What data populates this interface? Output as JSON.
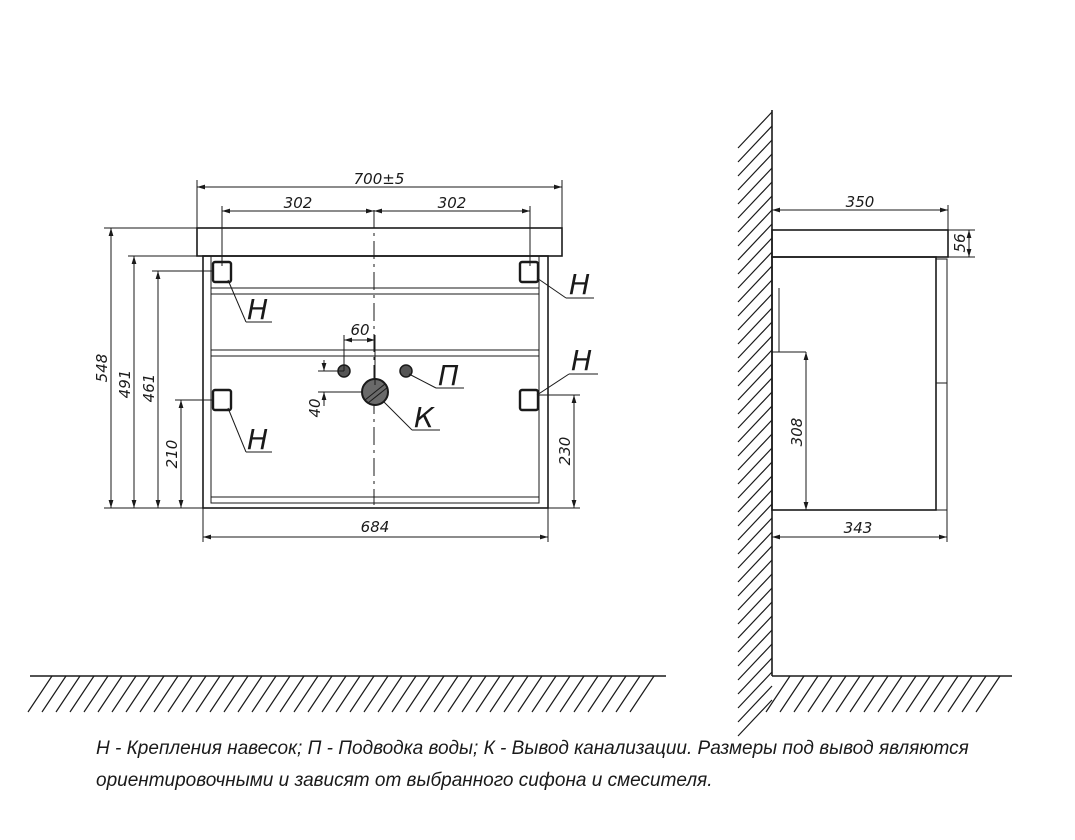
{
  "front_view": {
    "dims": {
      "overall_width": "700±5",
      "mount_left": "302",
      "mount_right": "302",
      "height_total": "548",
      "height_491": "491",
      "height_461": "461",
      "height_210": "210",
      "height_230": "230",
      "bottom_width": "684",
      "water_spacing": "60",
      "drain_height": "40"
    },
    "labels": {
      "hanger_top_left": "Н",
      "hanger_top_right": "Н",
      "hanger_bottom_left": "Н",
      "hanger_bottom_right": "Н",
      "water_supply": "П",
      "drain": "К"
    }
  },
  "side_view": {
    "dims": {
      "depth_top": "350",
      "top_thickness": "56",
      "height_308": "308",
      "depth_bottom": "343"
    }
  },
  "legend": {
    "line1": "Н - Крепления навесок; П - Подводка воды; К - Вывод канализации. Размеры под вывод являются",
    "line2": "ориентировочными и зависят от выбранного сифона и смесителя."
  }
}
